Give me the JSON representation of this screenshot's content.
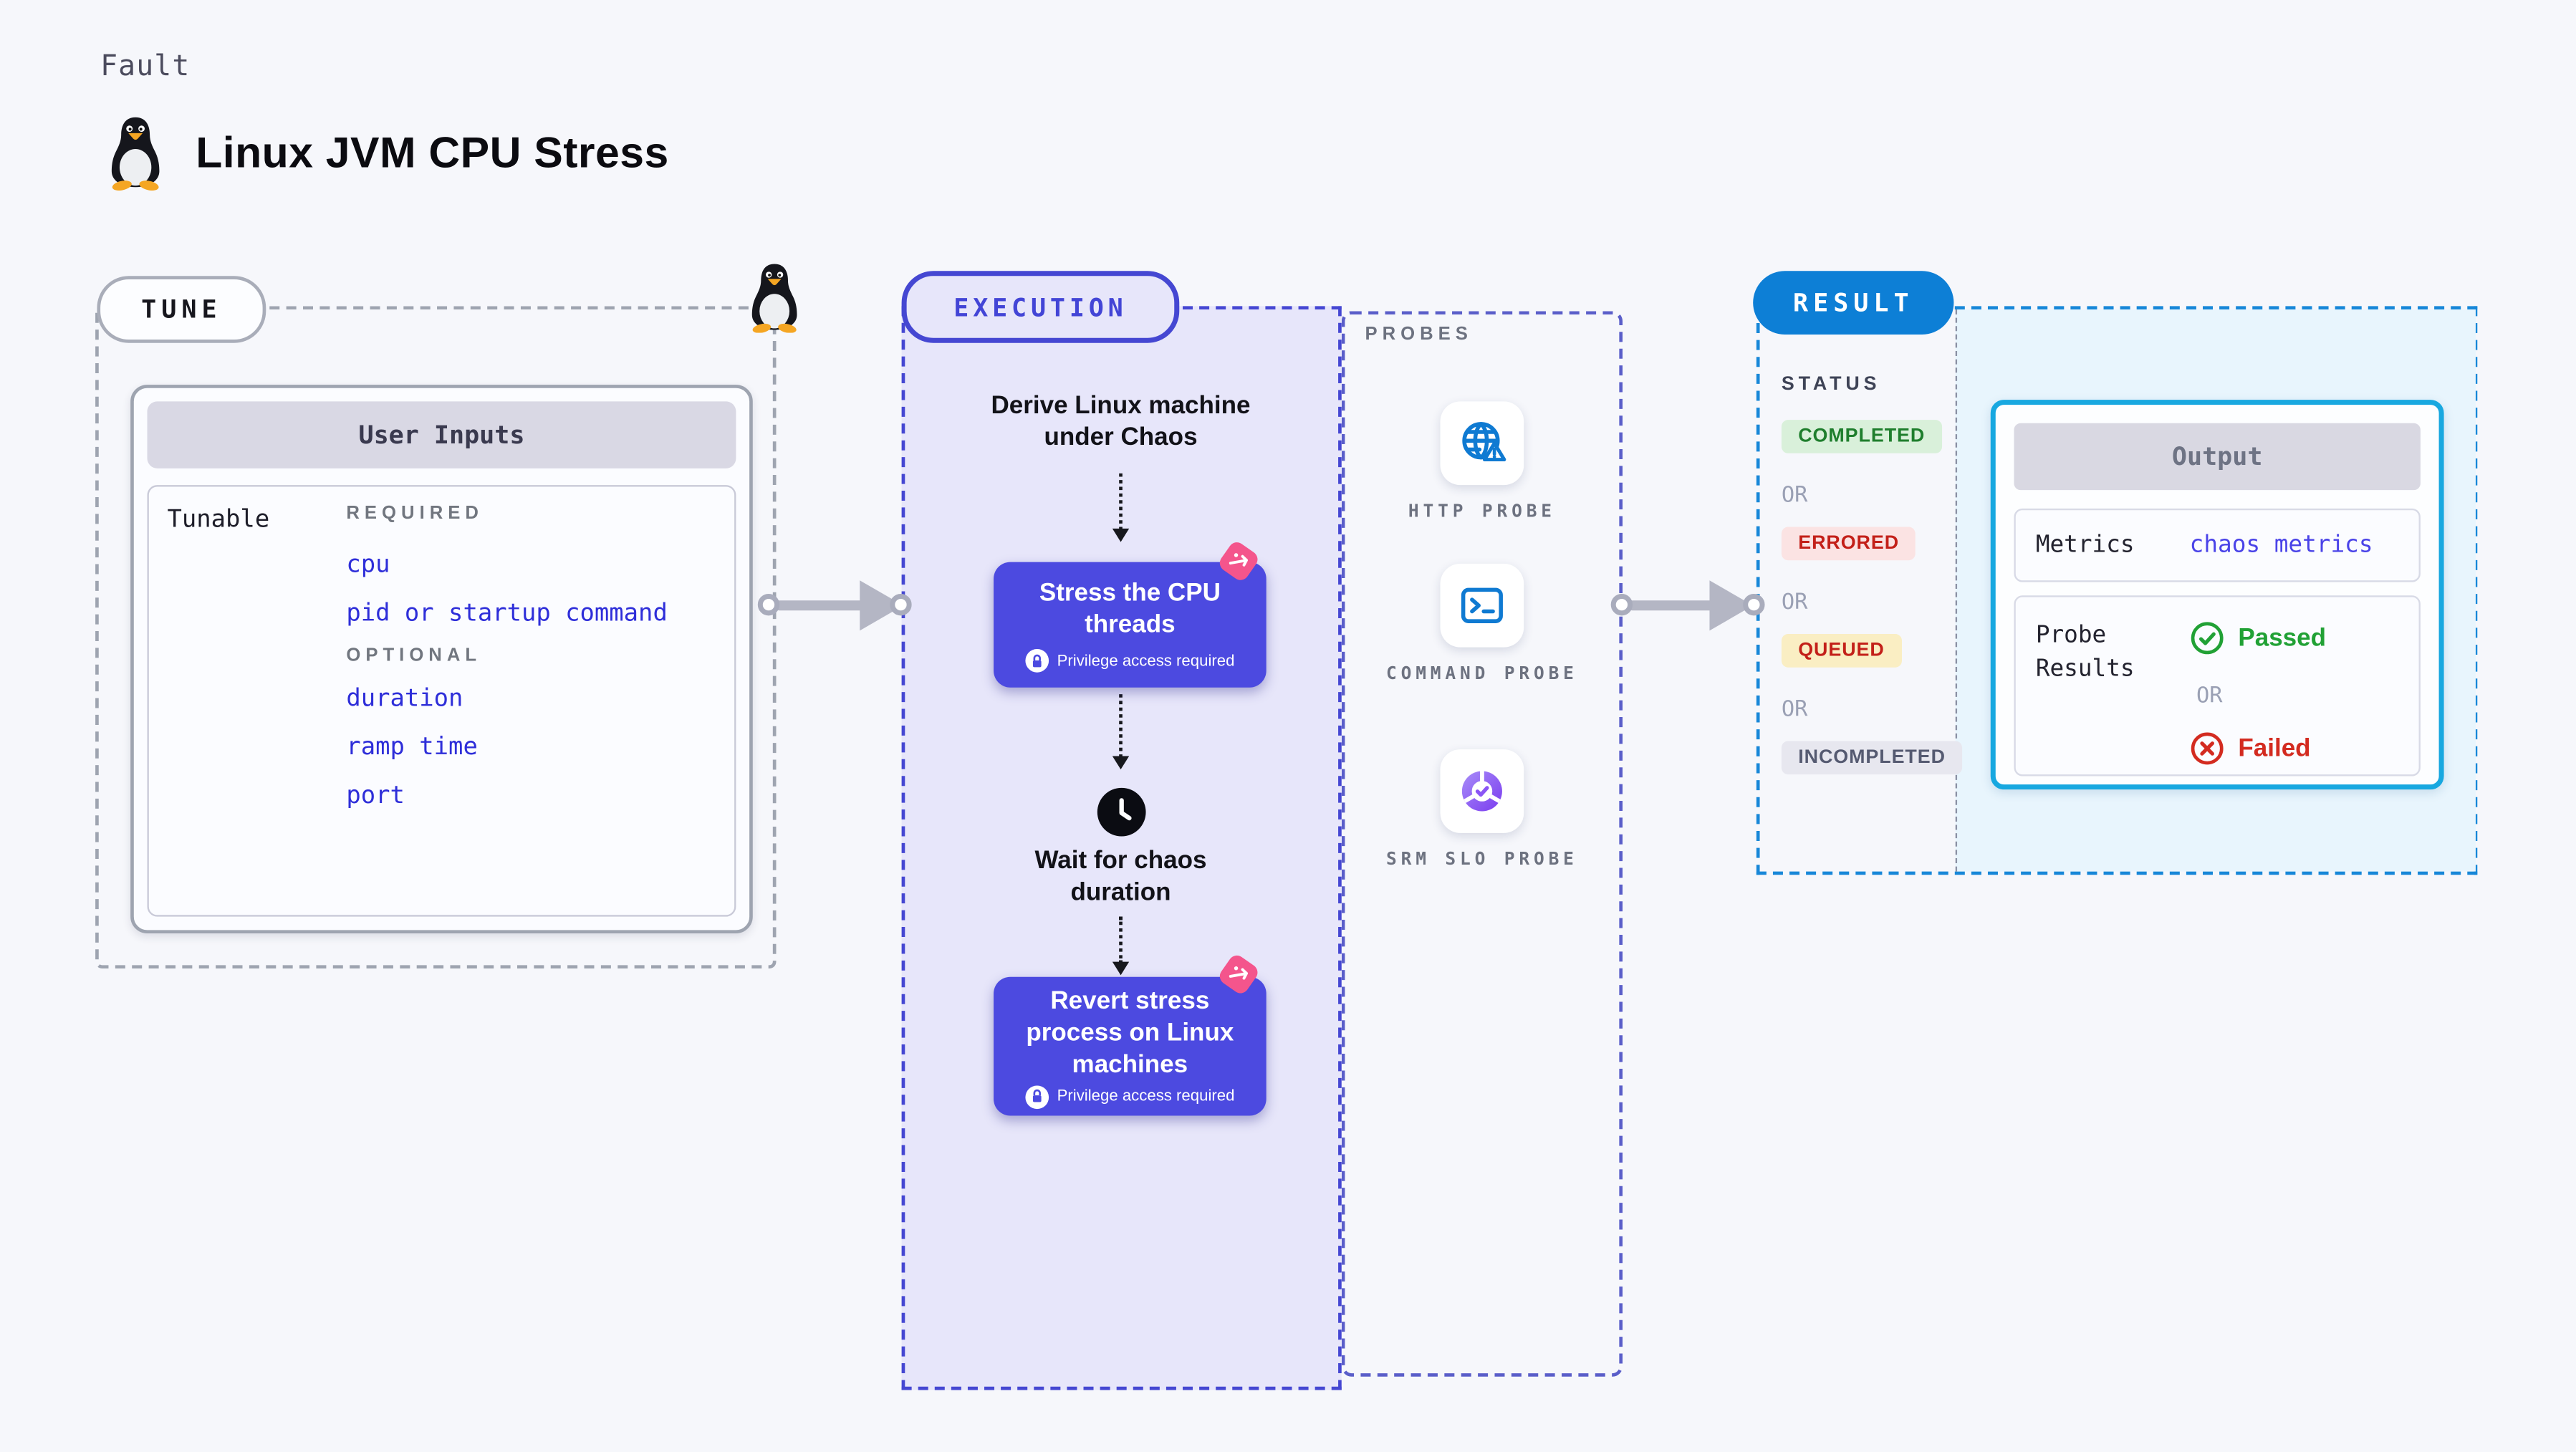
{
  "header": {
    "fault_label": "Fault",
    "title": "Linux JVM CPU Stress"
  },
  "tune": {
    "badge": "TUNE",
    "user_inputs_title": "User Inputs",
    "tunable_label": "Tunable",
    "required_label": "REQUIRED",
    "required_params": [
      "cpu",
      "pid or startup command"
    ],
    "optional_label": "OPTIONAL",
    "optional_params": [
      "duration",
      "ramp time",
      "port"
    ]
  },
  "execution": {
    "badge": "EXECUTION",
    "derive_text": "Derive Linux machine under Chaos",
    "stress_title": "Stress the CPU threads",
    "privilege_note": "Privilege access required",
    "wait_text": "Wait for chaos duration",
    "revert_title": "Revert stress process on Linux machines"
  },
  "probes": {
    "label": "PROBES",
    "items": [
      {
        "name": "HTTP PROBE"
      },
      {
        "name": "COMMAND PROBE"
      },
      {
        "name": "SRM SLO PROBE"
      }
    ]
  },
  "result": {
    "badge": "RESULT",
    "status_label": "STATUS",
    "or_label": "OR",
    "statuses": [
      {
        "label": "COMPLETED"
      },
      {
        "label": "ERRORED"
      },
      {
        "label": "QUEUED"
      },
      {
        "label": "INCOMPLETED"
      }
    ],
    "output": {
      "title": "Output",
      "metrics_label": "Metrics",
      "metrics_value": "chaos metrics",
      "probe_results_label": "Probe Results",
      "passed_label": "Passed",
      "failed_label": "Failed"
    }
  },
  "colors": {
    "page_bg": "#f6f7fb",
    "execution_panel": "#e7e6fa",
    "execution_border": "#4547d2",
    "node_button": "#4c4ae0",
    "param_link": "#2e2ed9",
    "result_blue": "#0d7fd6",
    "result_panel": "#e8f5fd",
    "output_border": "#18a8e0",
    "completed_green": "#1f7e2d",
    "errored_red": "#c32019",
    "passed_green": "#21a135",
    "failed_red": "#d32b20",
    "chaos_pink": "#f4558c",
    "probe_icon_blue": "#0f7ad2"
  }
}
